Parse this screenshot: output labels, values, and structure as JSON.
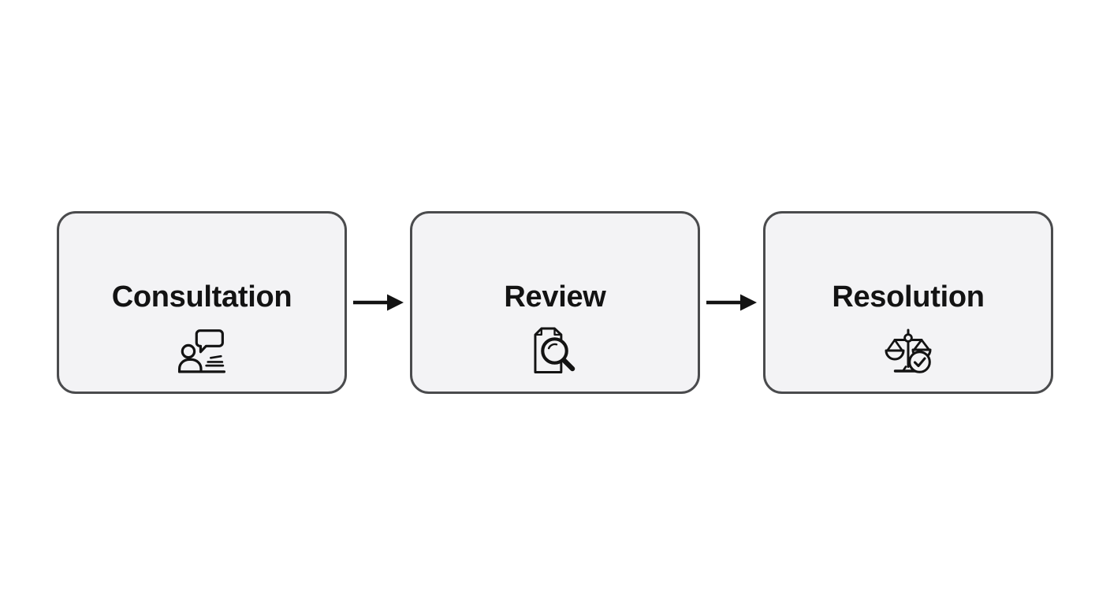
{
  "theme": {
    "background": "#ffffff",
    "card_fill": "#f3f3f5",
    "card_border": "#4a4b4d",
    "ink": "#131313"
  },
  "diagram": {
    "type": "flowchart",
    "direction": "left-to-right",
    "steps": [
      {
        "label": "Consultation",
        "icon": "person-speech-bubble-icon"
      },
      {
        "label": "Review",
        "icon": "document-magnifier-icon"
      },
      {
        "label": "Resolution",
        "icon": "scales-checkmark-icon"
      }
    ],
    "connectors": [
      {
        "from": "Consultation",
        "to": "Review",
        "style": "solid-arrow"
      },
      {
        "from": "Review",
        "to": "Resolution",
        "style": "solid-arrow"
      }
    ]
  }
}
